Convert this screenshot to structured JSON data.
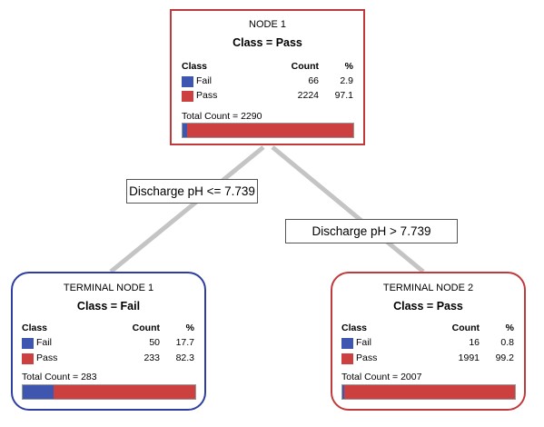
{
  "colors": {
    "fail": "#3f56b0",
    "pass": "#cc4040",
    "node_pass_border": "#c0393b",
    "node_fail_border": "#2e3ea0",
    "edge": "#c4c4c4"
  },
  "headers": {
    "class": "Class",
    "count": "Count",
    "percent": "%"
  },
  "splits": {
    "left": "Discharge pH <= 7.739",
    "right": "Discharge pH > 7.739"
  },
  "nodes": {
    "root": {
      "title": "NODE 1",
      "class_label": "Class = Pass",
      "rows": [
        {
          "label": "Fail",
          "count": "66",
          "pct": "2.9"
        },
        {
          "label": "Pass",
          "count": "2224",
          "pct": "97.1"
        }
      ],
      "total": "Total Count = 2290",
      "fail_fraction": 0.029
    },
    "left": {
      "title": "TERMINAL NODE 1",
      "class_label": "Class = Fail",
      "rows": [
        {
          "label": "Fail",
          "count": "50",
          "pct": "17.7"
        },
        {
          "label": "Pass",
          "count": "233",
          "pct": "82.3"
        }
      ],
      "total": "Total Count = 283",
      "fail_fraction": 0.177
    },
    "right": {
      "title": "TERMINAL NODE 2",
      "class_label": "Class = Pass",
      "rows": [
        {
          "label": "Fail",
          "count": "16",
          "pct": "0.8"
        },
        {
          "label": "Pass",
          "count": "1991",
          "pct": "99.2"
        }
      ],
      "total": "Total Count = 2007",
      "fail_fraction": 0.008
    }
  }
}
